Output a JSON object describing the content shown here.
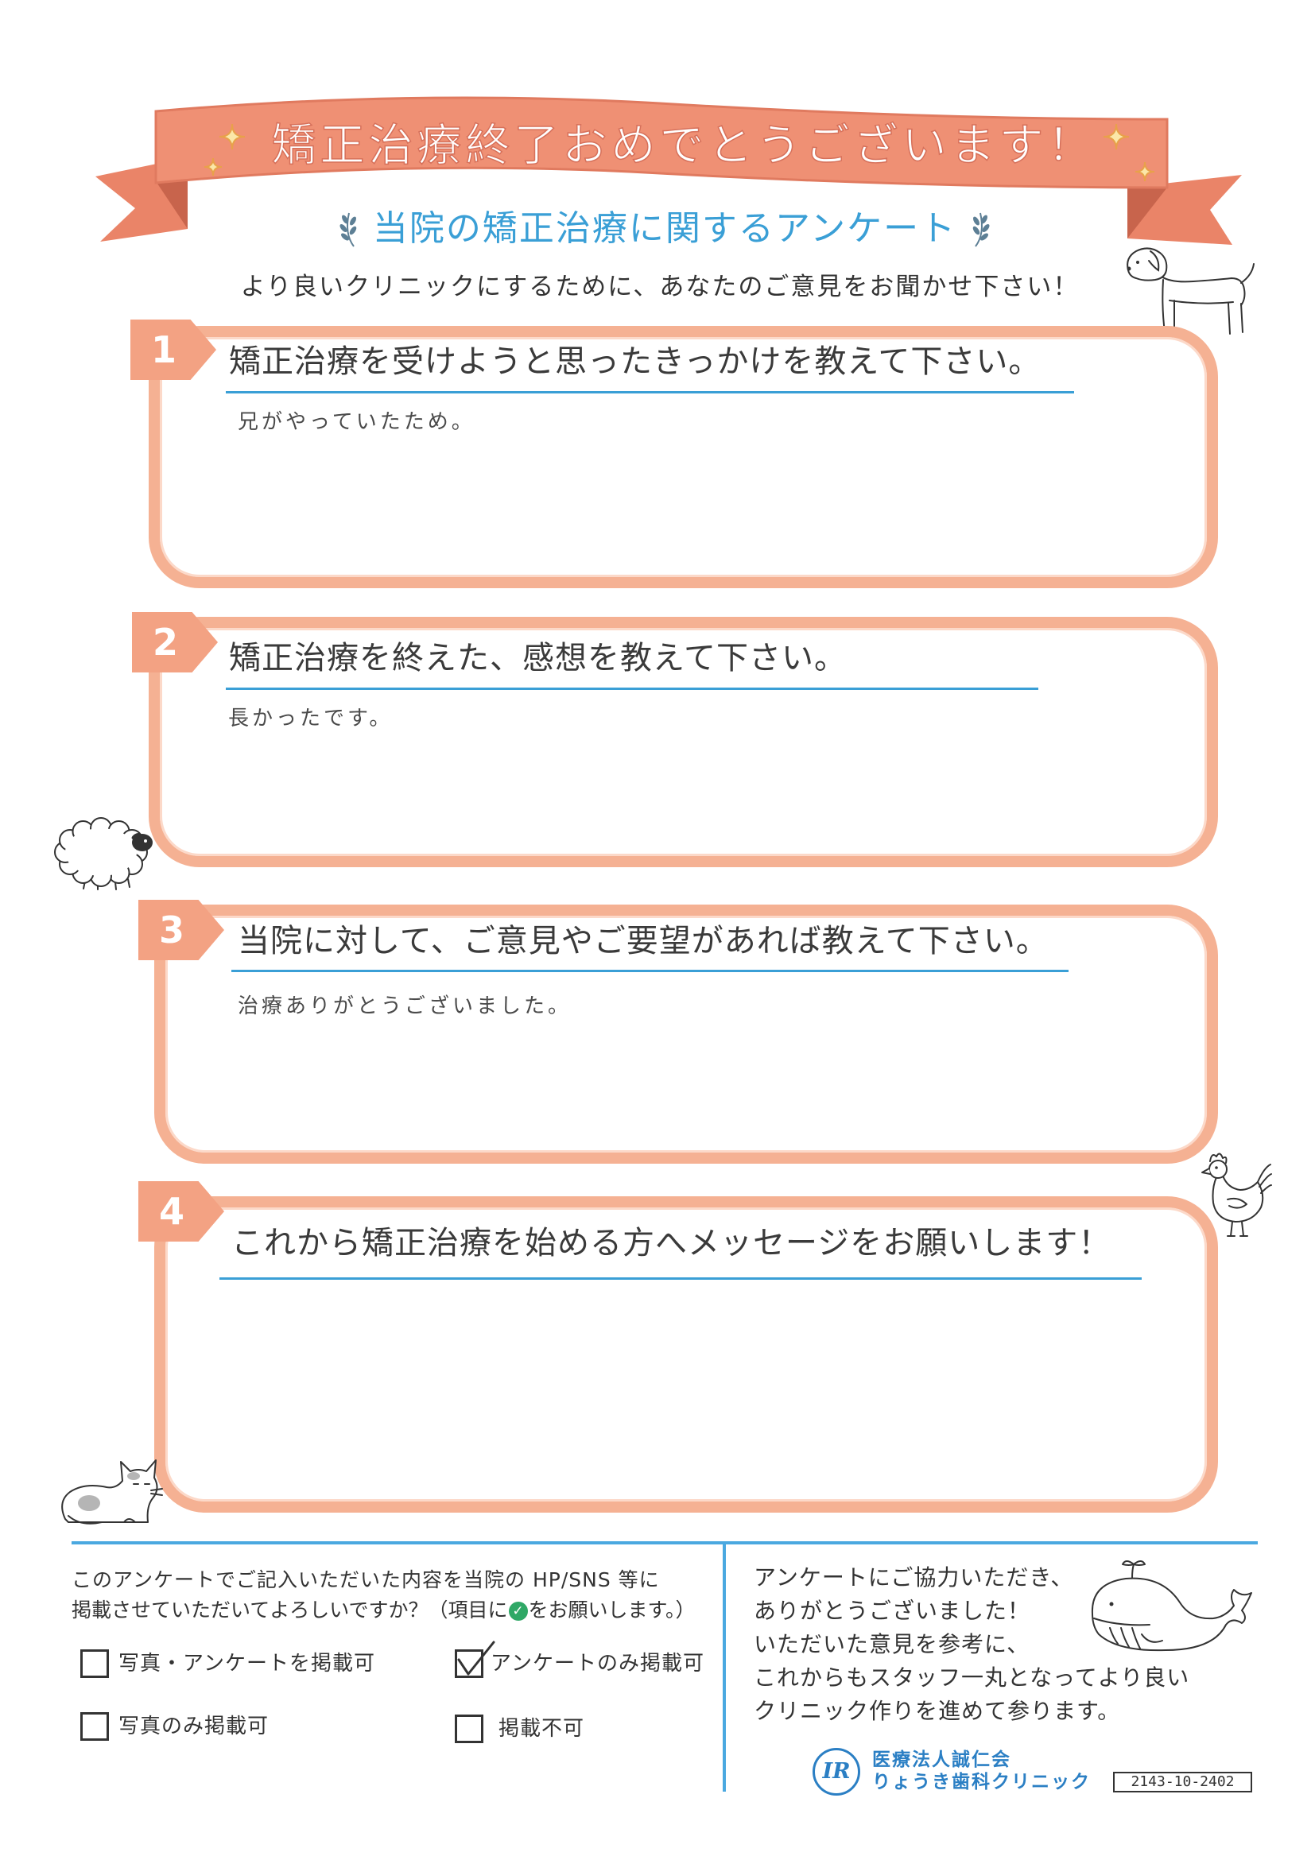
{
  "banner": {
    "title": "矯正治療終了おめでとうございます！"
  },
  "survey": {
    "title": "当院の矯正治療に関するアンケート",
    "intro": "より良いクリニックにするために、あなたのご意見をお聞かせ下さい！"
  },
  "questions": [
    {
      "number": "1",
      "text": "矯正治療を受けようと思ったきっかけを教えて下さい。",
      "answer": "兄がやっていたため。"
    },
    {
      "number": "2",
      "text": "矯正治療を終えた、感想を教えて下さい。",
      "answer": "長かったです。"
    },
    {
      "number": "3",
      "text": "当院に対して、ご意見やご要望があれば教えて下さい。",
      "answer": "治療ありがとうございました。"
    },
    {
      "number": "4",
      "text": "これから矯正治療を始める方へメッセージをお願いします！"
    }
  ],
  "consent": {
    "line1": "このアンケートでご記入いただいた内容を当院の HP/SNS 等に",
    "line2_before": "掲載させていただいてよろしいですか？（項目に",
    "line2_after": "をお願いします。）",
    "options": [
      {
        "label": "写真・アンケートを掲載可",
        "checked": false
      },
      {
        "label": "アンケートのみ掲載可",
        "checked": true
      },
      {
        "label": "写真のみ掲載可",
        "checked": false
      },
      {
        "label": "掲載不可",
        "checked": false
      }
    ]
  },
  "thanks": {
    "lines": [
      "アンケートにご協力いただき、",
      "ありがとうございました！",
      "いただいた意見を参考に、",
      "これからもスタッフ一丸となってより良い",
      "クリニック作りを進めて参ります。"
    ]
  },
  "clinic": {
    "logo_text": "IR",
    "corporation": "医療法人誠仁会",
    "name": "りょうき歯科クリニック",
    "code": "2143-10-2402"
  },
  "colors": {
    "ribbon": "#ef9074",
    "box_border": "#f5b193",
    "tab": "#f3a283",
    "accent_blue": "#3a9fd6",
    "check_green": "#2fa866",
    "logo_blue": "#2b7fc4"
  },
  "icons": {
    "consent_mark": "check-circle-icon",
    "decorations": [
      "sparkle-icon",
      "laurel-icon",
      "dog-illustration",
      "sheep-illustration",
      "chicken-illustration",
      "cat-illustration",
      "whale-illustration"
    ]
  }
}
